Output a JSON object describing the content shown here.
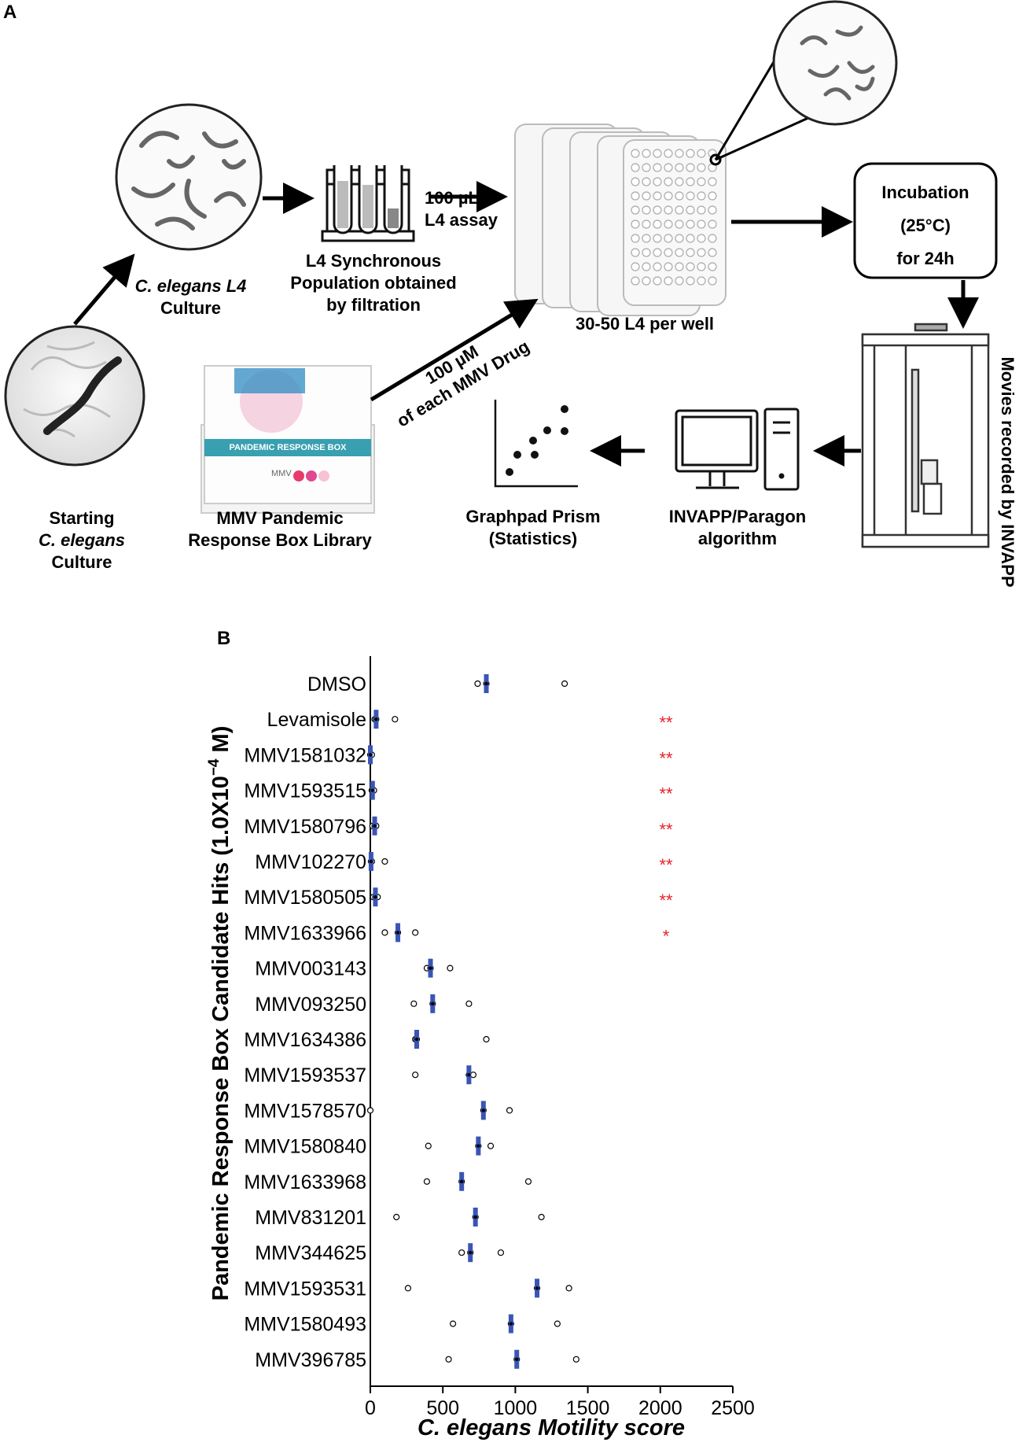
{
  "panel_a": {
    "letter": "A",
    "starting_culture": {
      "line1": "Starting",
      "line2_italic": "C. elegans",
      "line2_rest": " Culture"
    },
    "l4_culture": {
      "line1_italic": "C. elegans L4",
      "line2": "Culture"
    },
    "filtration": {
      "line1": "L4 Synchronous",
      "line2": "Population obtained",
      "line3": "by filtration"
    },
    "assay_arrow": {
      "line1": "100 µL",
      "line2": "L4 assay"
    },
    "plates": {
      "label": "30-50 L4 per well"
    },
    "drug_arrow": {
      "line1": "100 µM",
      "line2": "of each MMV Drug"
    },
    "library": {
      "line1": "MMV Pandemic",
      "line2": "Response Box Library",
      "box_text": "PANDEMIC RESPONSE BOX",
      "box_logo": "MMV"
    },
    "incubation": {
      "line1": "Incubation",
      "line2": "(25°C)",
      "line3": "for 24h"
    },
    "movies": {
      "label": "Movies recorded by INVAPP"
    },
    "algorithm": {
      "line1": "INVAPP/Paragon",
      "line2": "algorithm"
    },
    "stats": {
      "line1": "Graphpad Prism",
      "line2": "(Statistics)"
    }
  },
  "panel_b": {
    "letter": "B"
  },
  "chart_data": {
    "type": "scatter",
    "title": "",
    "xlabel": "C. elegans Motility score",
    "ylabel_prefix": "Pandemic Response Box Candidate Hits (1.0X10",
    "ylabel_sup": "−4",
    "ylabel_suffix": " M)",
    "xlim": [
      0,
      2500
    ],
    "xticks": [
      0,
      500,
      1000,
      1500,
      2000,
      2500
    ],
    "mean_color": "#3a55b4",
    "sig_color": "#e8202a",
    "categories": [
      "DMSO",
      "Levamisole",
      "MMV1581032",
      "MMV1593515",
      "MMV1580796",
      "MMV102270",
      "MMV1580505",
      "MMV1633966",
      "MMV003143",
      "MMV093250",
      "MMV1634386",
      "MMV1593537",
      "MMV1578570",
      "MMV1580840",
      "MMV1633968",
      "MMV831201",
      "MMV344625",
      "MMV1593531",
      "MMV1580493",
      "MMV396785"
    ],
    "means": [
      800,
      40,
      0,
      15,
      30,
      5,
      35,
      190,
      415,
      430,
      320,
      680,
      780,
      745,
      630,
      725,
      690,
      1150,
      970,
      1010
    ],
    "points": [
      [
        740,
        800,
        1340
      ],
      [
        30,
        40,
        170
      ],
      [
        0,
        5,
        10
      ],
      [
        10,
        15,
        25
      ],
      [
        15,
        30,
        40
      ],
      [
        5,
        10,
        100
      ],
      [
        20,
        35,
        50
      ],
      [
        100,
        190,
        310
      ],
      [
        390,
        415,
        550
      ],
      [
        300,
        430,
        680
      ],
      [
        310,
        320,
        800
      ],
      [
        310,
        680,
        710
      ],
      [
        0,
        780,
        960
      ],
      [
        400,
        745,
        830
      ],
      [
        390,
        630,
        1090
      ],
      [
        180,
        725,
        1180
      ],
      [
        630,
        690,
        900
      ],
      [
        260,
        1150,
        1370
      ],
      [
        570,
        970,
        1290
      ],
      [
        540,
        1010,
        1420
      ]
    ],
    "significance": [
      "",
      "**",
      "**",
      "**",
      "**",
      "**",
      "**",
      "*",
      "",
      "",
      "",
      "",
      "",
      "",
      "",
      "",
      "",
      "",
      "",
      ""
    ]
  }
}
